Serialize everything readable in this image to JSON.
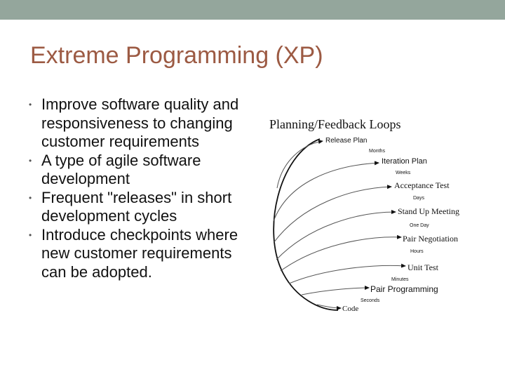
{
  "slide": {
    "title": "Extreme Programming (XP)",
    "bullets": [
      "Improve software quality and responsiveness to changing customer requirements",
      "A type of agile software development",
      "Frequent \"releases\" in short development cycles",
      "Introduce checkpoints where new customer requirements can be adopted."
    ]
  },
  "diagram": {
    "title": "Planning/Feedback Loops",
    "loops": [
      {
        "label": "Release Plan",
        "timescale": "Months"
      },
      {
        "label": "Iteration Plan",
        "timescale": "Weeks"
      },
      {
        "label": "Acceptance Test",
        "timescale": "Days"
      },
      {
        "label": "Stand Up Meeting",
        "timescale": "One Day"
      },
      {
        "label": "Pair Negotiation",
        "timescale": "Hours"
      },
      {
        "label": "Unit Test",
        "timescale": "Minutes"
      },
      {
        "label": "Pair Programming",
        "timescale": "Seconds"
      },
      {
        "label": "Code",
        "timescale": ""
      }
    ]
  },
  "colors": {
    "top_bar": "#94a69c",
    "title": "#9c5a43",
    "text": "#111111"
  }
}
